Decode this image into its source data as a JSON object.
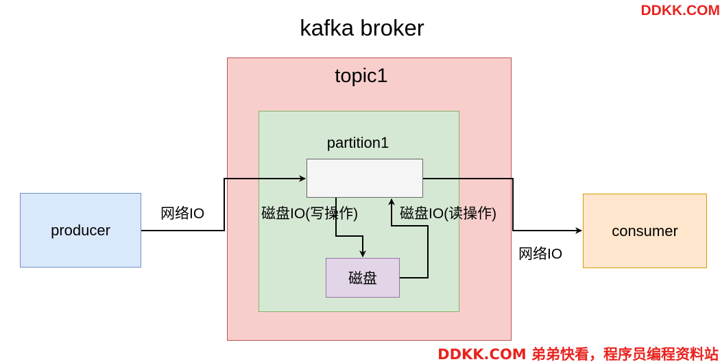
{
  "watermark": {
    "top": "DDKK.COM",
    "bottom": "DDKK.COM 弟弟快看，程序员编程资料站"
  },
  "diagram": {
    "title": "kafka broker",
    "topic": "topic1",
    "partition": "partition1",
    "disk": "磁盘",
    "producer": "producer",
    "consumer": "consumer",
    "edges": {
      "producer_to_partition": "网络IO",
      "partition_to_disk": "磁盘IO(写操作)",
      "disk_to_partition": "磁盘IO(读操作)",
      "partition_to_consumer": "网络IO"
    }
  },
  "colors": {
    "broker_fill": "#f8cecc",
    "topic_fill": "#d5e8d4",
    "partition_fill": "#f5f5f5",
    "disk_fill": "#e1d5e7",
    "producer_fill": "#dae8fc",
    "consumer_fill": "#ffe6cc",
    "watermark": "#e8231f"
  }
}
